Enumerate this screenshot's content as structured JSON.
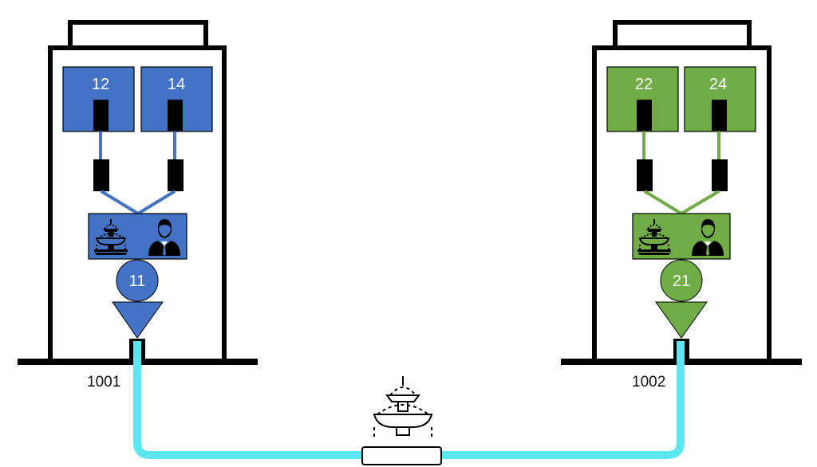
{
  "colors": {
    "building_a": "#4472c4",
    "building_b": "#70ad47",
    "pipe": "#5ce6f0",
    "outline": "#000000"
  },
  "building_a": {
    "label": "1001",
    "unit_left": "12",
    "unit_right": "14",
    "node": "11"
  },
  "building_b": {
    "label": "1002",
    "unit_left": "22",
    "unit_right": "24",
    "node": "21"
  },
  "icons": {
    "service_panel": [
      "fountain-icon",
      "businessman-icon"
    ],
    "center": "fountain-icon"
  }
}
